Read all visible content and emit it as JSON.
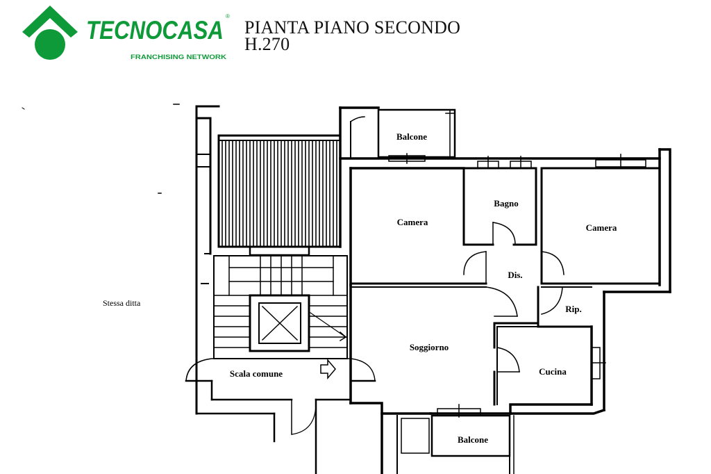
{
  "brand": {
    "name": "TECNOCASA",
    "tagline": "FRANCHISING NETWORK",
    "registered_mark": "®",
    "color": "#0f9a3a"
  },
  "plan": {
    "title_line1": "PIANTA PIANO SECONDO",
    "title_line2": "H.270"
  },
  "rooms": {
    "balcone_top": "Balcone",
    "camera_left": "Camera",
    "bagno": "Bagno",
    "camera_right": "Camera",
    "disimpegno": "Dis.",
    "ripostiglio": "Rip.",
    "soggiorno": "Soggiorno",
    "cucina": "Cucina",
    "scala_comune": "Scala comune",
    "balcone_bottom": "Balcone",
    "stessa_ditta": "Stessa ditta"
  },
  "icons": {
    "logo": "house-roof-logo-icon",
    "entrance": "entrance-arrow-icon",
    "elevator": "elevator-shaft-icon",
    "stairs": "staircase-icon"
  }
}
